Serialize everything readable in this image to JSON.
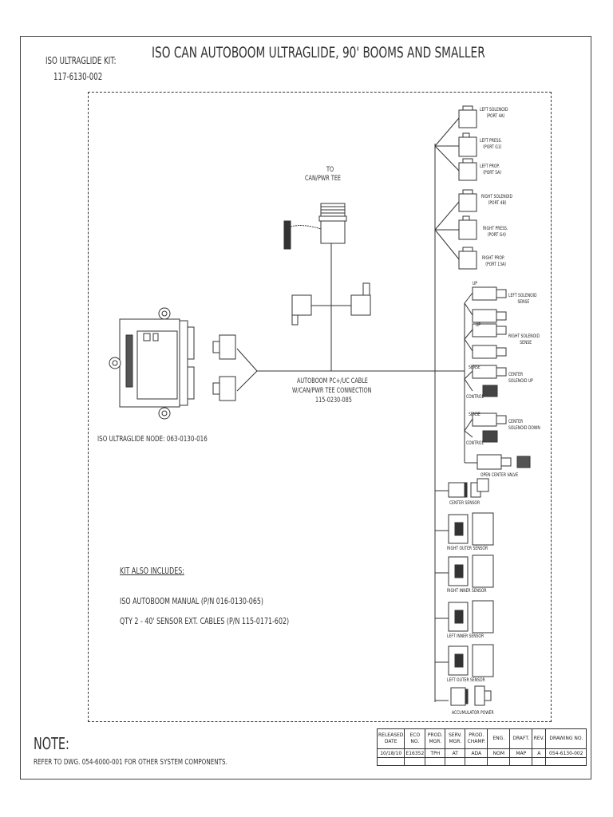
{
  "title": "ISO CAN AUTOBOOM ULTRAGLIDE, 90' BOOMS AND SMALLER",
  "kit": {
    "label": "ISO ULTRAGLIDE KIT:",
    "part_number": "117-6130-002"
  },
  "can_tee": {
    "line1": "TO",
    "line2": "CAN/PWR TEE"
  },
  "node": {
    "label": "ISO ULTRAGLIDE NODE: 063-0130-016"
  },
  "cable": {
    "line1": "AUTOBOOM PC+/UC CABLE",
    "line2": "W/CAN/PWR TEE CONNECTION",
    "line3": "115-0230-085"
  },
  "valves": [
    {
      "name": "LEFT SOLENOID",
      "port": "(PORT 4A)"
    },
    {
      "name": "LEFT PRESS.",
      "port": "(PORT G1)"
    },
    {
      "name": "LEFT PROP.",
      "port": "(PORT 5A)"
    },
    {
      "name": "RIGHT SOLENOID",
      "port": "(PORT 4B)"
    },
    {
      "name": "RIGHT PRESS.",
      "port": "(PORT G4)"
    },
    {
      "name": "RIGHT PROP.",
      "port": "(PORT 13A)"
    }
  ],
  "sense_groups": [
    {
      "name1": "LEFT SOLENOID",
      "name2": "SENSE",
      "tag_top": "UP"
    },
    {
      "name1": "RIGHT SOLENOID",
      "name2": "SENSE",
      "tag_top": "UP"
    },
    {
      "name1": "CENTER",
      "name2": "SOLENOID UP",
      "tag_top": "SENSE",
      "tag_bottom": "CONTROL"
    },
    {
      "name1": "CENTER",
      "name2": "SOLENOID DOWN",
      "tag_top": "SENSE",
      "tag_bottom": "CONTROL"
    }
  ],
  "open_center": "OPEN CENTER VALVE",
  "sensors": [
    "CENTER SENSOR",
    "RIGHT OUTER SENSOR",
    "RIGHT INNER SENSOR",
    "LEFT INNER SENSOR",
    "LEFT OUTER SENSOR",
    "ACCUMULATOR POWER"
  ],
  "includes": {
    "heading": "KIT ALSO INCLUDES:",
    "items": [
      "ISO AUTOBOOM MANUAL (P/N 016-0130-065)",
      "QTY 2 - 40' SENSOR EXT. CABLES (P/N 115-0171-602)"
    ]
  },
  "note": {
    "heading": "NOTE:",
    "text": "REFER TO DWG. 054-6000-001 FOR OTHER SYSTEM COMPONENTS."
  },
  "title_block": {
    "headers": [
      [
        "RELEASED",
        "DATE"
      ],
      [
        "ECO NO.",
        ""
      ],
      [
        "PROD.",
        "MGR."
      ],
      [
        "SERV.",
        "MGR."
      ],
      [
        "PROD.",
        "CHAMP."
      ],
      [
        "ENG.",
        ""
      ],
      [
        "DRAFT.",
        ""
      ],
      [
        "REV.",
        ""
      ],
      [
        "DRAWING NO.",
        ""
      ]
    ],
    "values": [
      "10/18/10",
      "E16352",
      "TPH",
      "AT",
      "ADA",
      "NOM",
      "MAP",
      "A",
      "054-6130-002"
    ]
  }
}
